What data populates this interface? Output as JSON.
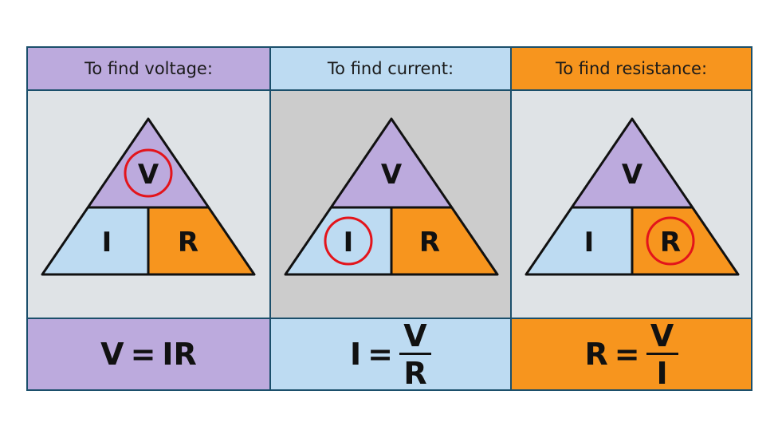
{
  "colors": {
    "purple": "#bcaadd",
    "blue": "#bddbf2",
    "orange": "#f7951e",
    "light_gray": "#dfe3e6",
    "mid_gray": "#cccccc",
    "highlight_ring": "#e3141b",
    "border": "#1b4f6b"
  },
  "columns": [
    {
      "header": "To find voltage:",
      "triangle": {
        "top": "V",
        "left": "I",
        "right": "R",
        "circled": "V"
      },
      "formula": {
        "lhs": "V",
        "eq": "=",
        "rhs": "IR"
      }
    },
    {
      "header": "To find current:",
      "triangle": {
        "top": "V",
        "left": "I",
        "right": "R",
        "circled": "I"
      },
      "formula": {
        "lhs": "I",
        "eq": "=",
        "numerator": "V",
        "denominator": "R"
      }
    },
    {
      "header": "To find resistance:",
      "triangle": {
        "top": "V",
        "left": "I",
        "right": "R",
        "circled": "R"
      },
      "formula": {
        "lhs": "R",
        "eq": "=",
        "numerator": "V",
        "denominator": "I"
      }
    }
  ]
}
